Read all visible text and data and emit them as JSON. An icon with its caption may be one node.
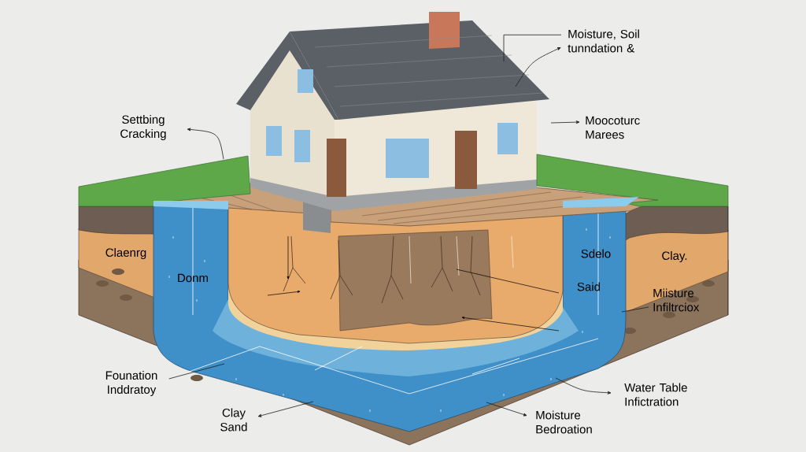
{
  "diagram": {
    "nodes": [
      {
        "text": [
          "Moisture, Soil tunndation &"
        ]
      },
      {
        "text": [
          "Settbing Cracking"
        ]
      },
      {
        "text": [
          "Moocoturc Marees"
        ]
      },
      {
        "text": [
          "Miisture Infiltrciox"
        ]
      },
      {
        "text": [
          "Founation Inddratoy"
        ]
      },
      {
        "text": [
          "Water Table Infictration"
        ]
      },
      {
        "text": [
          "Clay Sand"
        ]
      },
      {
        "text": [
          "Moisture Bedroation"
        ]
      }
    ],
    "edges": [
      {
        "from": 0,
        "to": null,
        "arrow": "none"
      },
      {
        "from": null,
        "to": 0,
        "arrow": "to"
      },
      {
        "from": null,
        "to": 1,
        "arrow": "to"
      },
      {
        "from": null,
        "to": 2,
        "arrow": "to"
      },
      {
        "from": 3,
        "to": null,
        "arrow": "none"
      },
      {
        "from": 4,
        "to": null,
        "arrow": "none"
      },
      {
        "from": null,
        "to": 6,
        "arrow": "to"
      },
      {
        "from": null,
        "to": 5,
        "arrow": "to"
      },
      {
        "from": null,
        "to": 7,
        "arrow": "to"
      }
    ],
    "labels": [
      "Claenrg",
      "Sdelo",
      "Clay.",
      "Donm",
      "Said"
    ]
  }
}
